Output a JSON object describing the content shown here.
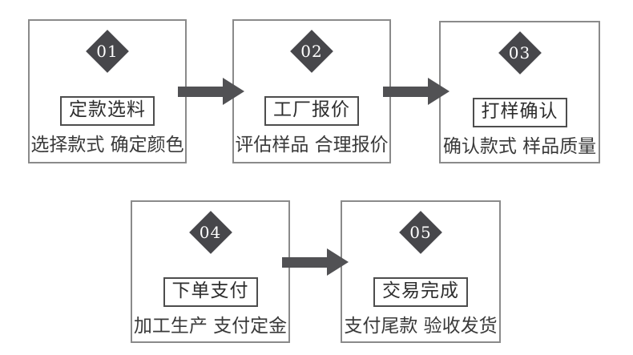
{
  "diagram": {
    "type": "process-flow",
    "background": "#ffffff"
  },
  "colors": {
    "badge_fill": "#47474b",
    "badge_text": "#ffffff",
    "arrow": "#515154",
    "card_border": "#8a8a8a",
    "title_border": "#4d4d4d",
    "title_text": "#2d2d2d",
    "subtitle_text": "#3a3a3a"
  },
  "steps": [
    {
      "number": "01",
      "title": "定款选料",
      "subtitle": "选择款式 确定颜色"
    },
    {
      "number": "02",
      "title": "工厂报价",
      "subtitle": "评估样品 合理报价"
    },
    {
      "number": "03",
      "title": "打样确认",
      "subtitle": "确认款式 样品质量"
    },
    {
      "number": "04",
      "title": "下单支付",
      "subtitle": "加工生产 支付定金"
    },
    {
      "number": "05",
      "title": "交易完成",
      "subtitle": "支付尾款 验收发货"
    }
  ]
}
